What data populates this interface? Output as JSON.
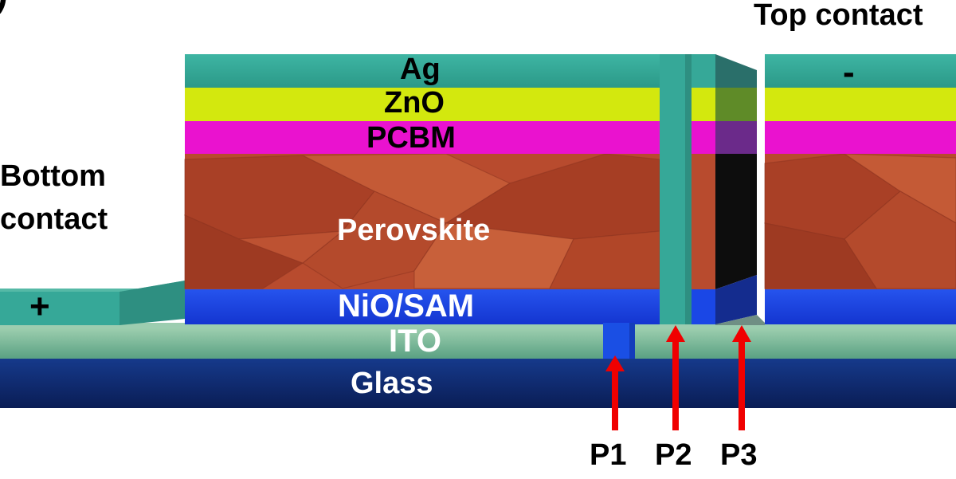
{
  "panel_letter": ")",
  "labels": {
    "top_contact": "Top contact",
    "bottom_contact_line1": "Bottom",
    "bottom_contact_line2": "contact",
    "plus_sign": "+",
    "minus_sign": "-"
  },
  "layers": {
    "ag": "Ag",
    "zno": "ZnO",
    "pcbm": "PCBM",
    "perovskite": "Perovskite",
    "nio_sam": "NiO/SAM",
    "ito": "ITO",
    "glass": "Glass"
  },
  "scribes": [
    "P1",
    "P2",
    "P3"
  ],
  "colors": {
    "ag": "#36a898",
    "zno": "#d3e80e",
    "pcbm": "#ea12cf",
    "perovskite": "#b54a2c",
    "nio_sam": "#1a47e6",
    "ito": "#7fb99a",
    "glass": "#0c2468",
    "arrow": "#f00000"
  }
}
